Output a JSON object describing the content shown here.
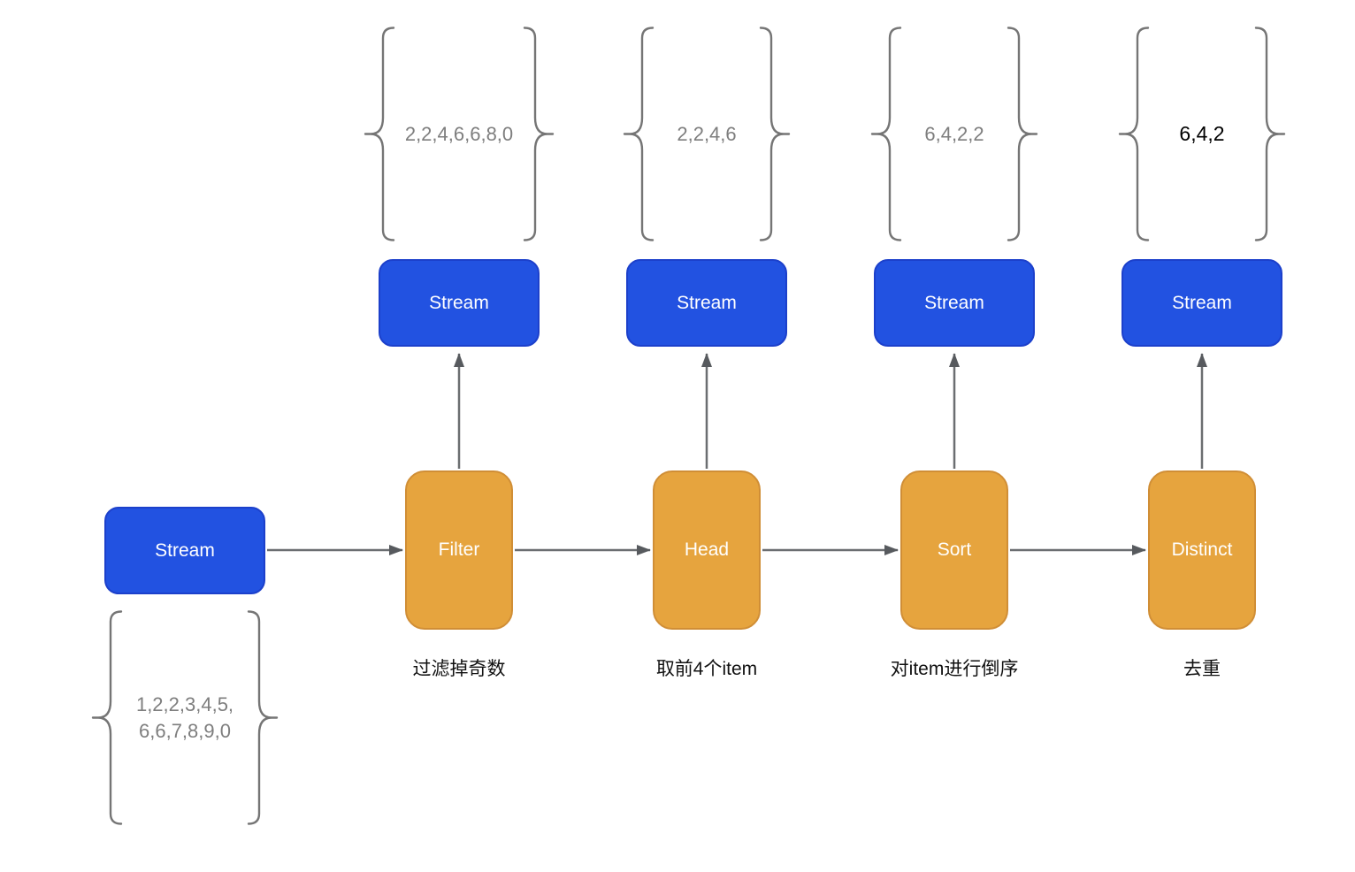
{
  "nodes": {
    "source": {
      "label": "Stream",
      "values_line1": "1,2,2,3,4,5,",
      "values_line2": "6,6,7,8,9,0"
    },
    "stages": [
      {
        "op": "Filter",
        "note": "过滤掉奇数",
        "out_label": "Stream",
        "out_values": "2,2,4,6,6,8,0"
      },
      {
        "op": "Head",
        "note": "取前4个item",
        "out_label": "Stream",
        "out_values": "2,2,4,6"
      },
      {
        "op": "Sort",
        "note": "对item进行倒序",
        "out_label": "Stream",
        "out_values": "6,4,2,2"
      },
      {
        "op": "Distinct",
        "note": "去重",
        "out_label": "Stream",
        "out_values": "6,4,2"
      }
    ],
    "colors": {
      "stream_fill": "#2252e1",
      "stream_border": "#1c40cb",
      "op_fill": "#e6a43e",
      "op_border": "#d08e36",
      "connector": "#6b6e71",
      "arrowhead": "#575a5e",
      "brace": "#757575",
      "values_text": "#7e7e7e",
      "values_text_final": "#000000",
      "note_text": "#111111"
    }
  }
}
